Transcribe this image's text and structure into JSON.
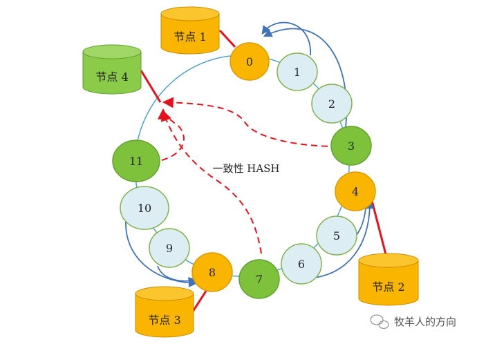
{
  "diagram": {
    "center_label": "一致性 HASH",
    "watermark": "牧羊人的方向",
    "colors": {
      "ring": "#4aa3c8",
      "hash_gray_fill": "#dcedf3",
      "hash_gray_stroke": "#7fb34a",
      "hash_green_fill": "#7dc23a",
      "hash_green_stroke": "#62a231",
      "hash_orange_fill": "#f9b500",
      "hash_orange_stroke": "#dd9a00",
      "db_orange": "#f9b500",
      "db_orange_dark": "#d08f00",
      "db_green": "#8acb4a",
      "db_green_dark": "#5f9e2e",
      "link_red": "#e8101a",
      "dash_red": "#e8101a",
      "arrow_blue": "#3f72b7"
    },
    "hash_nodes": [
      {
        "label": "0",
        "type": "orange"
      },
      {
        "label": "1",
        "type": "gray"
      },
      {
        "label": "2",
        "type": "gray"
      },
      {
        "label": "3",
        "type": "green"
      },
      {
        "label": "4",
        "type": "orange"
      },
      {
        "label": "5",
        "type": "gray"
      },
      {
        "label": "6",
        "type": "gray"
      },
      {
        "label": "7",
        "type": "green"
      },
      {
        "label": "8",
        "type": "orange"
      },
      {
        "label": "9",
        "type": "gray"
      },
      {
        "label": "10",
        "type": "gray"
      },
      {
        "label": "11",
        "type": "green"
      }
    ],
    "server_nodes": [
      {
        "label": "节点 1",
        "type": "orange",
        "linked_to": "0"
      },
      {
        "label": "节点 2",
        "type": "orange",
        "linked_to": "4"
      },
      {
        "label": "节点 3",
        "type": "orange",
        "linked_to": "8"
      },
      {
        "label": "节点 4",
        "type": "green",
        "linked_to": "11"
      }
    ]
  }
}
